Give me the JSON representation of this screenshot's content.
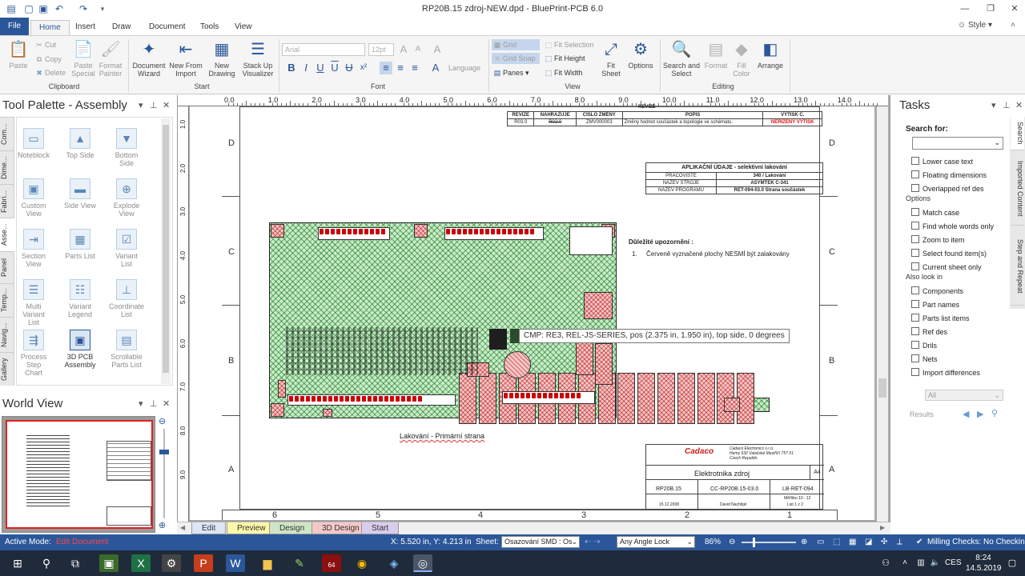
{
  "window": {
    "title": "RP20B.15 zdroj-NEW.dpd - BluePrint-PCB 6.0",
    "style_label": "Style"
  },
  "tabs": [
    "File",
    "Home",
    "Insert",
    "Draw",
    "Document",
    "Tools",
    "View"
  ],
  "ribbon": {
    "clipboard": {
      "paste": "Paste",
      "cut": "Cut",
      "copy": "Copy",
      "delete": "Delete",
      "paste_special": "Paste\nSpecial",
      "format_painter": "Format\nPainter",
      "label": "Clipboard"
    },
    "start": {
      "doc_wizard": "Document\nWizard",
      "new_from_import": "New From\nImport",
      "new_drawing": "New\nDrawing",
      "stack_up": "Stack Up\nVisualizer",
      "label": "Start"
    },
    "font": {
      "family": "Arial",
      "size": "12pt",
      "language": "Language",
      "label": "Font"
    },
    "view": {
      "grid": "Grid",
      "grid_snap": "Grid Snap",
      "panes": "Panes",
      "fit_selection": "Fit Selection",
      "fit_height": "Fit Height",
      "fit_width": "Fit Width",
      "fit_sheet": "Fit\nSheet",
      "options": "Options",
      "label": "View"
    },
    "editing": {
      "search_select": "Search and\nSelect",
      "format": "Format",
      "fill_color": "Fill\nColor",
      "arrange": "Arrange",
      "label": "Editing"
    }
  },
  "tool_palette": {
    "title": "Tool Palette - Assembly",
    "side_tabs": [
      "Com...",
      "Dime...",
      "Fabri...",
      "Asse...",
      "Panel",
      "Temp...",
      "Navig...",
      "Gallery"
    ],
    "items": [
      {
        "label": "Noteblock",
        "icon": "noteblock-icon"
      },
      {
        "label": "Top Side",
        "icon": "top-side-icon"
      },
      {
        "label": "Bottom\nSide",
        "icon": "bottom-side-icon"
      },
      {
        "label": "Custom\nView",
        "icon": "custom-view-icon"
      },
      {
        "label": "Side View",
        "icon": "side-view-icon"
      },
      {
        "label": "Explode\nView",
        "icon": "explode-view-icon"
      },
      {
        "label": "Section\nView",
        "icon": "section-view-icon"
      },
      {
        "label": "Parts List",
        "icon": "parts-list-icon"
      },
      {
        "label": "Variant\nList",
        "icon": "variant-list-icon"
      },
      {
        "label": "Multi\nVariant\nList",
        "icon": "multi-variant-list-icon"
      },
      {
        "label": "Variant\nLegend",
        "icon": "variant-legend-icon"
      },
      {
        "label": "Coordinate\nList",
        "icon": "coordinate-list-icon"
      },
      {
        "label": "Process\nStep\nChart",
        "icon": "process-step-chart-icon"
      },
      {
        "label": "3D PCB\nAssembly",
        "icon": "3d-pcb-icon"
      },
      {
        "label": "Scrollable\nParts List",
        "icon": "scrollable-parts-list-icon"
      }
    ]
  },
  "world_view": {
    "title": "World View"
  },
  "drawing": {
    "ruler_h": [
      "0.0",
      "1.0",
      "2.0",
      "3.0",
      "4.0",
      "5.0",
      "6.0",
      "7.0",
      "8.0",
      "9.0",
      "10.0",
      "11.0",
      "12.0",
      "13.0",
      "14.0"
    ],
    "ruler_v": [
      "1.0",
      "2.0",
      "3.0",
      "4.0",
      "5.0",
      "6.0",
      "7.0",
      "8.0",
      "9.0"
    ],
    "zones_letters": [
      "D",
      "C",
      "B",
      "A"
    ],
    "zones_numbers": [
      "6",
      "5",
      "4",
      "3",
      "2",
      "1"
    ],
    "rev_table": {
      "title": "REVIZE",
      "headers": [
        "REVIZE",
        "NAHRAZUJE",
        "ČÍSLO ZMĚNY",
        "POPIS",
        "VYTISK Č."
      ],
      "row": [
        "R03.0",
        "R02.0",
        "ZMV000003",
        "Změny hodnot součástek a topologie ve schématu.",
        "NEŘÍZENÝ VÝTISK"
      ]
    },
    "app_table": {
      "title": "APLIKAČNÍ ÚDAJE - selektivní lakování",
      "rows": [
        [
          "PRACOVIŠTĚ",
          "340 / Lakování"
        ],
        [
          "NÁZEV STROJE",
          "ASYMTEK C-341"
        ],
        [
          "NÁZEV PROGRAMU",
          "RET-094-03.0 Strana součástek"
        ]
      ]
    },
    "notice_title": "Důležité upozornění :",
    "notice_num": "1.",
    "notice_text": "Červeně vyznačené plochy NESMÍ být zalakovány",
    "caption": "Lakování - Primární strana",
    "title_block": {
      "company": "Cadaco Electronics s.r.o.",
      "address1": "Hemy 532 Valašské Meziříčí 757 01",
      "address2": "Czech Republic",
      "logo": "Cadaco",
      "name": "Elektrotnika zdroj",
      "size": "A4",
      "code1": "RP20B.15",
      "code2": "CC-RP20B.15-03.0",
      "code3": "LB-RET-094",
      "date": "15.12.2008",
      "author": "David Nachlípil",
      "scale": "Měřítko 10 : 12",
      "sheet": "List 1 z 2"
    },
    "tooltip": "CMP: RE3, REL-JS-SERIES, pos (2.375 in, 1.950 in), top side, 0 degrees"
  },
  "sheet_tabs": [
    "Edit",
    "Preview",
    "Design",
    "3D Design",
    "Start"
  ],
  "tasks": {
    "title": "Tasks",
    "search_for": "Search for:",
    "checks1": [
      "Lower case text",
      "Floating dimensions",
      "Overlapped ref des"
    ],
    "options_label": "Options",
    "checks2": [
      "Match case",
      "Find whole words only",
      "Zoom to item",
      "Select found item(s)",
      "Current sheet only"
    ],
    "also_label": "Also look in",
    "checks3": [
      "Components",
      "Part names",
      "Parts list items",
      "Ref des",
      "Drils",
      "Nets",
      "Import differences"
    ],
    "all": "All",
    "results": "Results",
    "side_tabs": [
      "Search",
      "Imported Content",
      "Step and Repeat"
    ]
  },
  "status": {
    "active_mode_label": "Active Mode:",
    "active_mode": "Edit Document",
    "coords": "X: 5.520 in, Y: 4.213 in",
    "sheet_label": "Sheet:",
    "sheet_value": "Osazování SMD : Os",
    "angle": "Any Angle Lock",
    "zoom": "86%",
    "milling": "Milling Checks: No Checking"
  },
  "taskbar": {
    "lang": "CES",
    "time": "8:24",
    "date": "14.5.2019",
    "badge": "64"
  },
  "colors": {
    "accent": "#2b579a",
    "status_red": "#ff4444"
  }
}
